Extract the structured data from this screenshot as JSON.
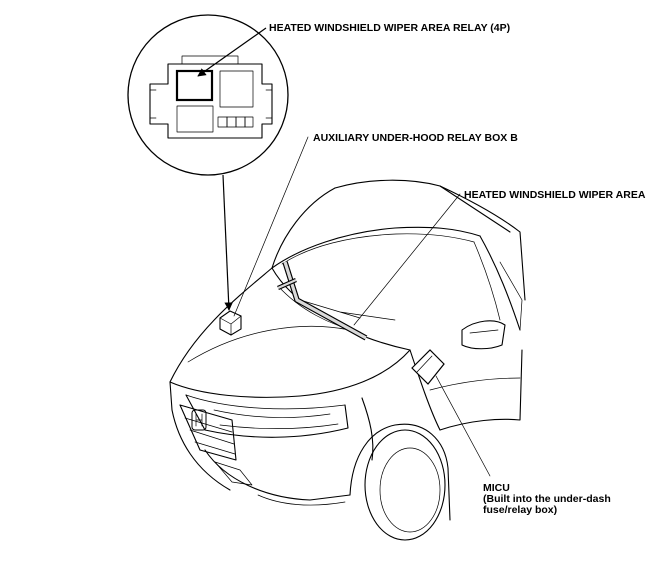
{
  "labels": {
    "relay": "HEATED WINDSHIELD WIPER AREA RELAY (4P)",
    "relay_box": "AUXILIARY UNDER-HOOD RELAY BOX B",
    "wiper_area": "HEATED WINDSHIELD WIPER AREA",
    "micu_title": "MICU",
    "micu_line1": "(Built into the under-dash",
    "micu_line2": "fuse/relay box)"
  },
  "icons": {
    "relay_box": "relay-box-icon",
    "heater_element": "heater-element-icon",
    "micu": "micu-icon",
    "vehicle": "suv-front-three-quarter-illustration"
  },
  "colors": {
    "line": "#000000",
    "background": "#ffffff",
    "highlight_fill": "#d9d9d9"
  }
}
